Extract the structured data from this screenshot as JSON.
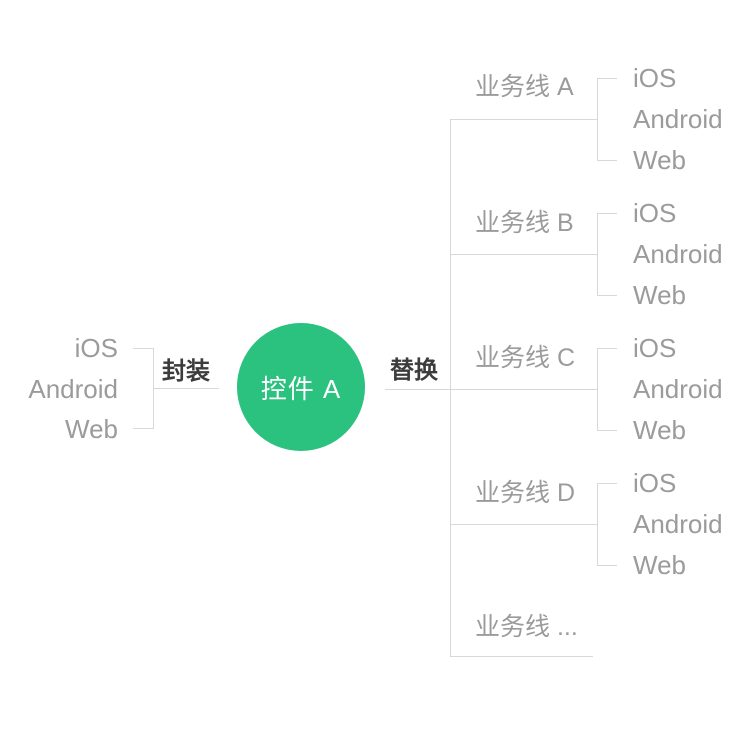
{
  "diagram": {
    "root": {
      "label": "控件 A",
      "shape": "circle",
      "fill": "#2BC17E",
      "text_color": "#FFFFFF"
    },
    "left_group": {
      "edge_label": "封装",
      "platforms": [
        "iOS",
        "Android",
        "Web"
      ]
    },
    "right_group": {
      "edge_label": "替换",
      "branches": [
        {
          "label": "业务线 A",
          "platforms": [
            "iOS",
            "Android",
            "Web"
          ]
        },
        {
          "label": "业务线 B",
          "platforms": [
            "iOS",
            "Android",
            "Web"
          ]
        },
        {
          "label": "业务线 C",
          "platforms": [
            "iOS",
            "Android",
            "Web"
          ]
        },
        {
          "label": "业务线 D",
          "platforms": [
            "iOS",
            "Android",
            "Web"
          ]
        },
        {
          "label": "业务线 ...",
          "platforms": []
        }
      ]
    },
    "colors": {
      "line": "#D8D8D8",
      "muted_text": "#9B9B9B",
      "edge_label_text": "#3C3C3C",
      "node_fill": "#2BC17E"
    }
  }
}
